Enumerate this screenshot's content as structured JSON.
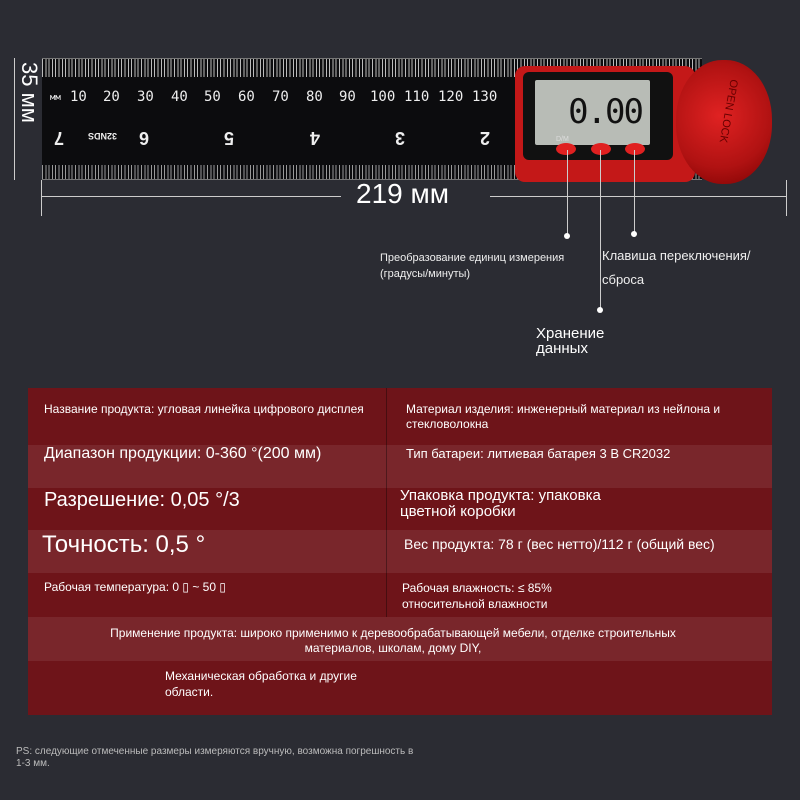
{
  "dimensions": {
    "height": "35 мм",
    "width": "219 мм"
  },
  "ruler": {
    "mm_labels": [
      "мм",
      "10",
      "20",
      "30",
      "40",
      "50",
      "60",
      "70",
      "80",
      "90",
      "100",
      "110",
      "120",
      "130"
    ],
    "inch_labels": [
      "7",
      "6",
      "5",
      "4",
      "3",
      "2"
    ],
    "brand": "32NDS"
  },
  "device": {
    "display": "0.00",
    "dm_button": "D/M",
    "dial_text": "OPEN LOCK"
  },
  "callouts": {
    "dm": "Преобразование единиц измерения (градусы/минуты)",
    "reset": "Клавиша переключения/сброса",
    "hold": "Хранение данных"
  },
  "specs": {
    "name": "Название продукта: угловая линейка цифрового дисплея",
    "material": "Материал изделия: инженерный материал из нейлона и стекловолокна",
    "range": "Диапазон продукции: 0-360 °(200 мм)",
    "battery": "Тип батареи: литиевая батарея 3 В CR2032",
    "resolution": "Разрешение: 0,05 °/3",
    "package": "Упаковка продукта: упаковка цветной коробки",
    "accuracy": "Точность: 0,5 °",
    "weight": "Вес продукта: 78 г (вес нетто)/112 г (общий вес)",
    "temperature": "Рабочая температура: 0 ▯ ~ 50 ▯",
    "humidity": "Рабочая влажность: ≤ 85% относительной влажности",
    "application": "Применение продукта: широко применимо к деревообрабатывающей мебели, отделке строительных материалов, школам, дому DIY,",
    "application2": "Механическая обработка и другие области."
  },
  "note": "PS: следующие отмеченные размеры измеряются вручную, возможна погрешность в 1-3 мм."
}
